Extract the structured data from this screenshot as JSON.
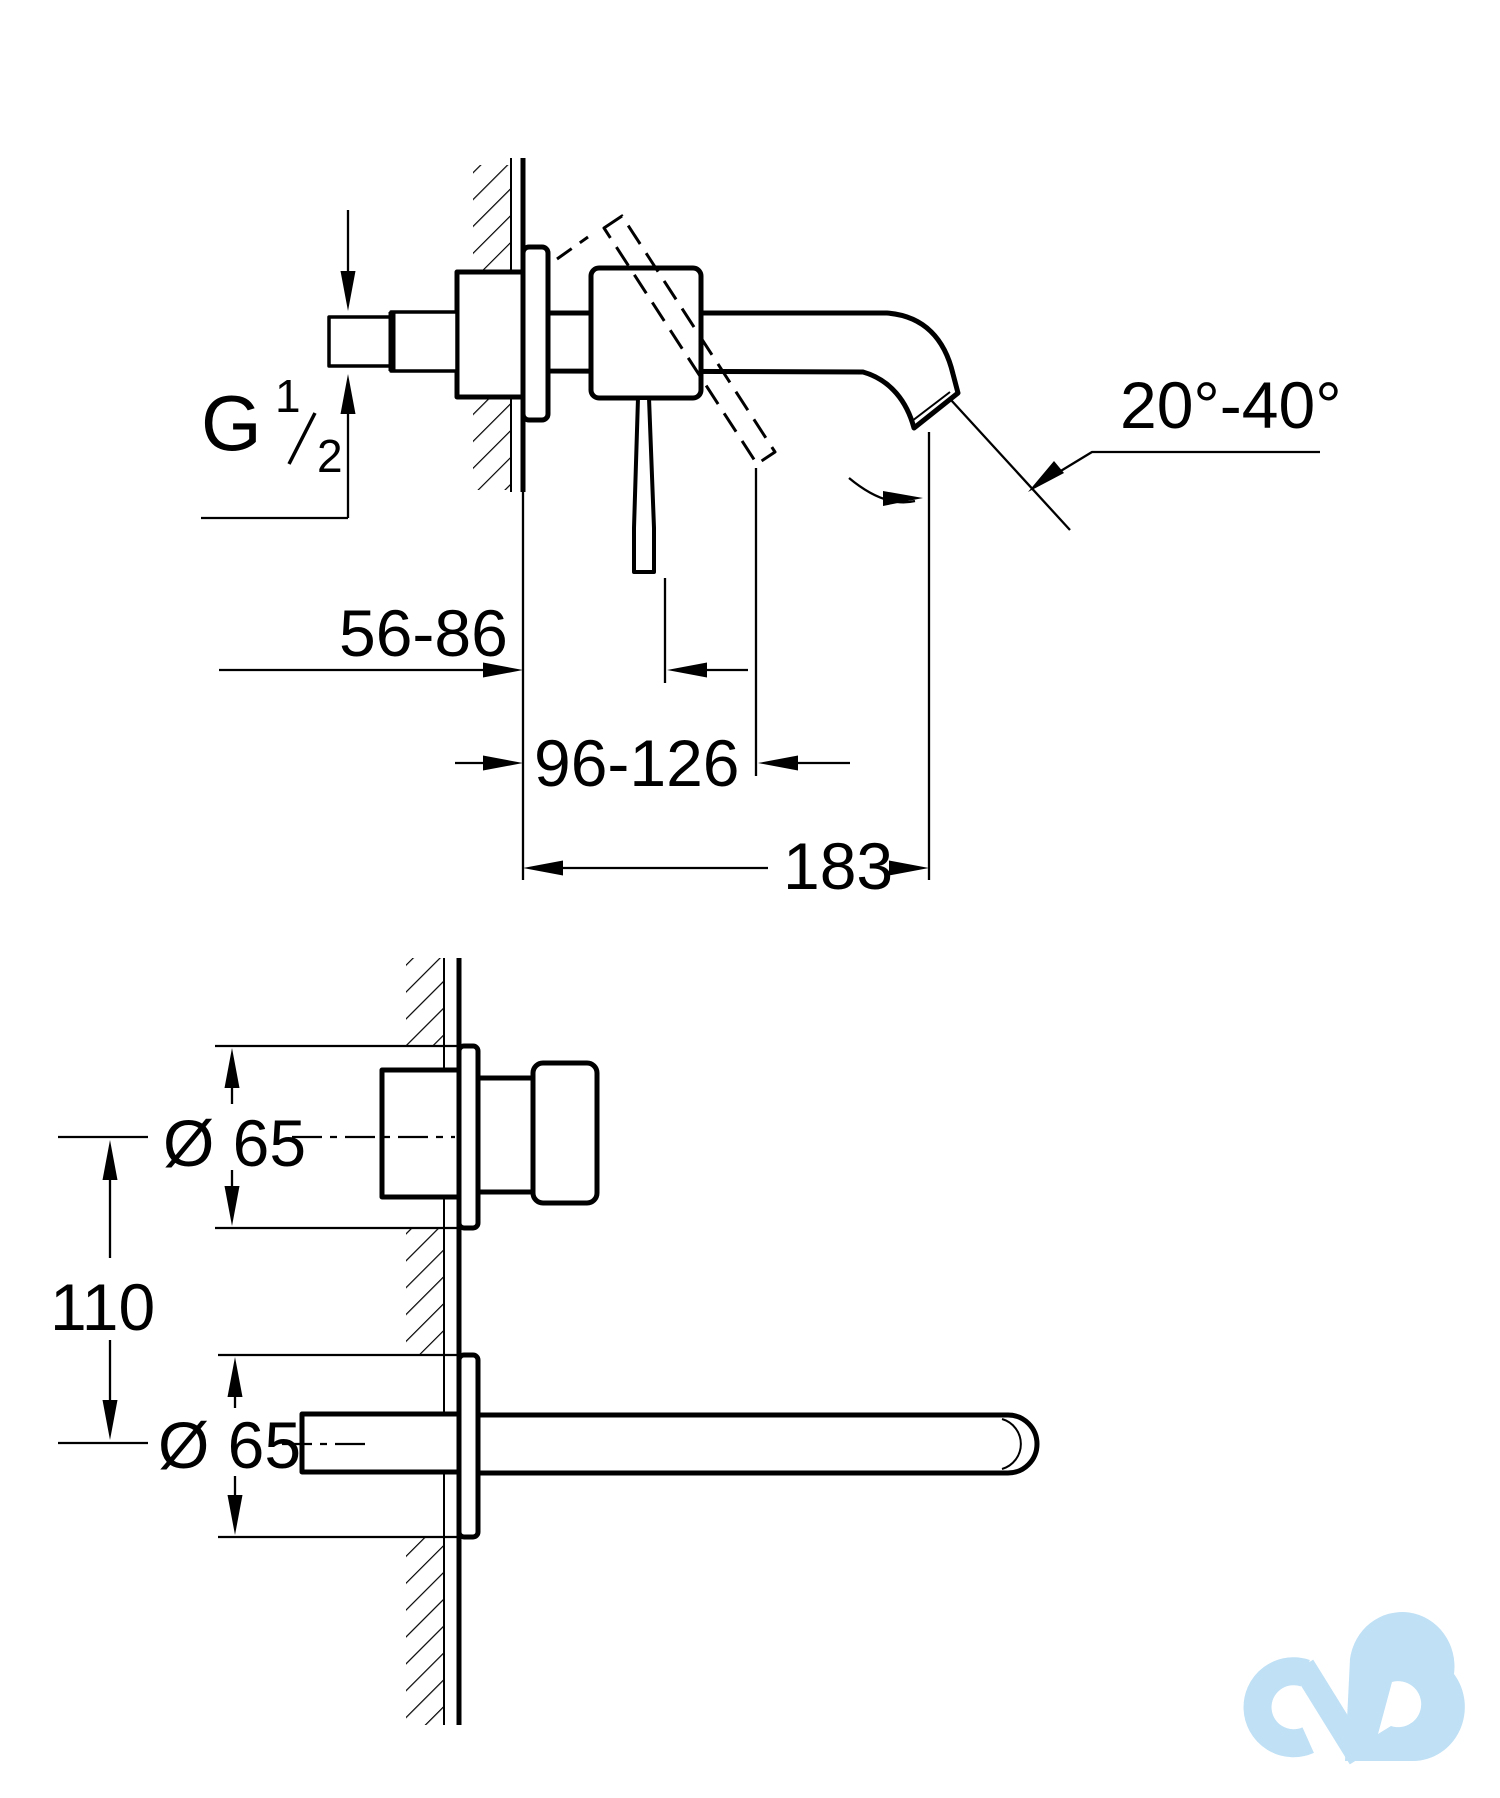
{
  "page": {
    "background": "#ffffff",
    "line_color": "#000000"
  },
  "drawing": {
    "type": "technical-dimension-drawing",
    "top_view": {
      "thread_label_prefix": "G",
      "thread_label_numerator": "1",
      "thread_label_denominator": "2",
      "wall_to_lever_closed_range": "56-86",
      "wall_to_lever_open_range": "96-126",
      "spout_projection": "183",
      "spout_angle_range": "20°-40°"
    },
    "front_view": {
      "top_escutcheon_diameter": "Ø 65",
      "bottom_escutcheon_diameter": "Ø 65",
      "vertical_spacing": "110"
    },
    "logo": {
      "name": "infinity-mark",
      "color": "#BFE0F5"
    }
  }
}
